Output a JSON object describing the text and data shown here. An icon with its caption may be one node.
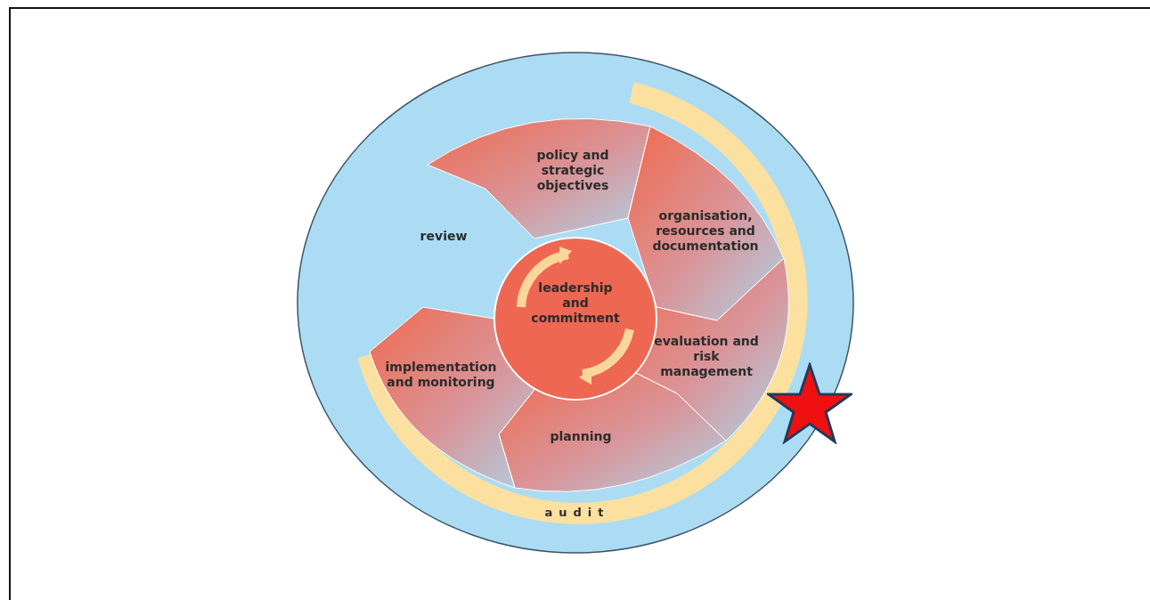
{
  "diagram": {
    "nodes": [
      {
        "text": [
          "review"
        ]
      },
      {
        "text": [
          "audit"
        ],
        "in": 0
      },
      {
        "text": [
          "policy and strategic objectives"
        ],
        "in": 0
      },
      {
        "text": [
          "organisation, resources and documentation"
        ],
        "in": 0
      },
      {
        "text": [
          "evaluation and risk management"
        ],
        "in": 0
      },
      {
        "text": [
          "planning"
        ],
        "in": 0
      },
      {
        "text": [
          "implementation and monitoring"
        ],
        "in": 0
      },
      {
        "text": [
          "leadership and commitment"
        ],
        "in": 0
      }
    ]
  }
}
